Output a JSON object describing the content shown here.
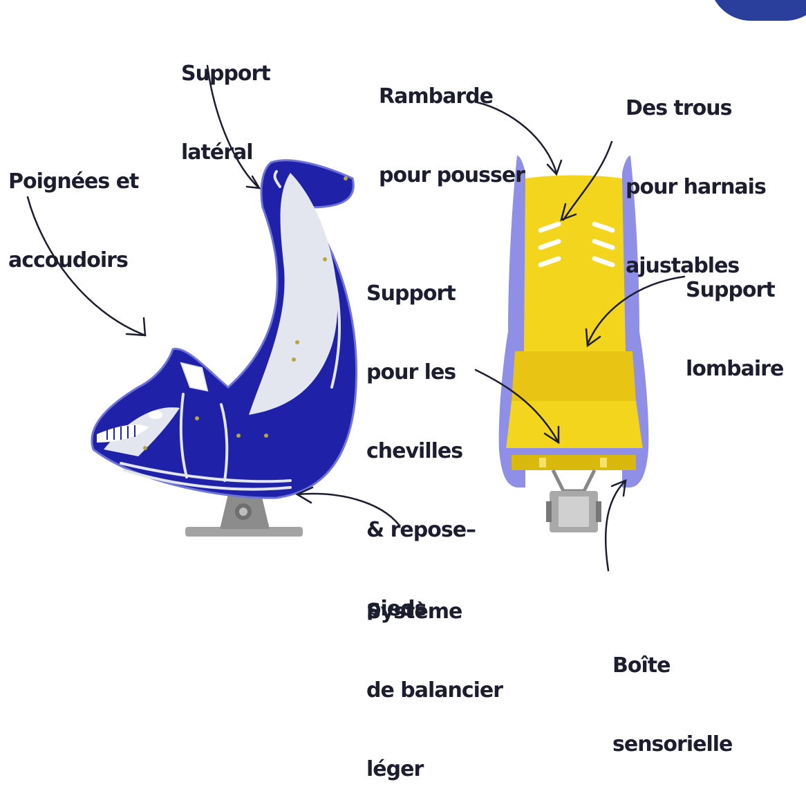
{
  "colors": {
    "dolphin_blue": "#1f21a8",
    "dolphin_light": "#e3e6ee",
    "seat_yellow": "#f2d51c",
    "seat_shadow": "#d9b90e",
    "side_panel": "#8f8fe8",
    "metal": "#9a9a9a",
    "ink": "#1c1d2e",
    "badge": "#2a3f9c"
  },
  "labels": {
    "support_lateral": [
      "Support",
      "latéral"
    ],
    "poignees": [
      "Poignées et",
      "accoudoirs"
    ],
    "rambarde": [
      "Rambarde",
      "pour pousser"
    ],
    "trous": [
      "Des trous",
      "pour harnais",
      "ajustables"
    ],
    "support_chevilles": [
      "Support",
      "pour les",
      "chevilles",
      "& repose–",
      "pieds"
    ],
    "support_lombaire": [
      "Support",
      "lombaire"
    ],
    "balancier": [
      "Système",
      "de balancier",
      "léger"
    ],
    "boite": [
      "Boîte",
      "sensorielle"
    ]
  }
}
